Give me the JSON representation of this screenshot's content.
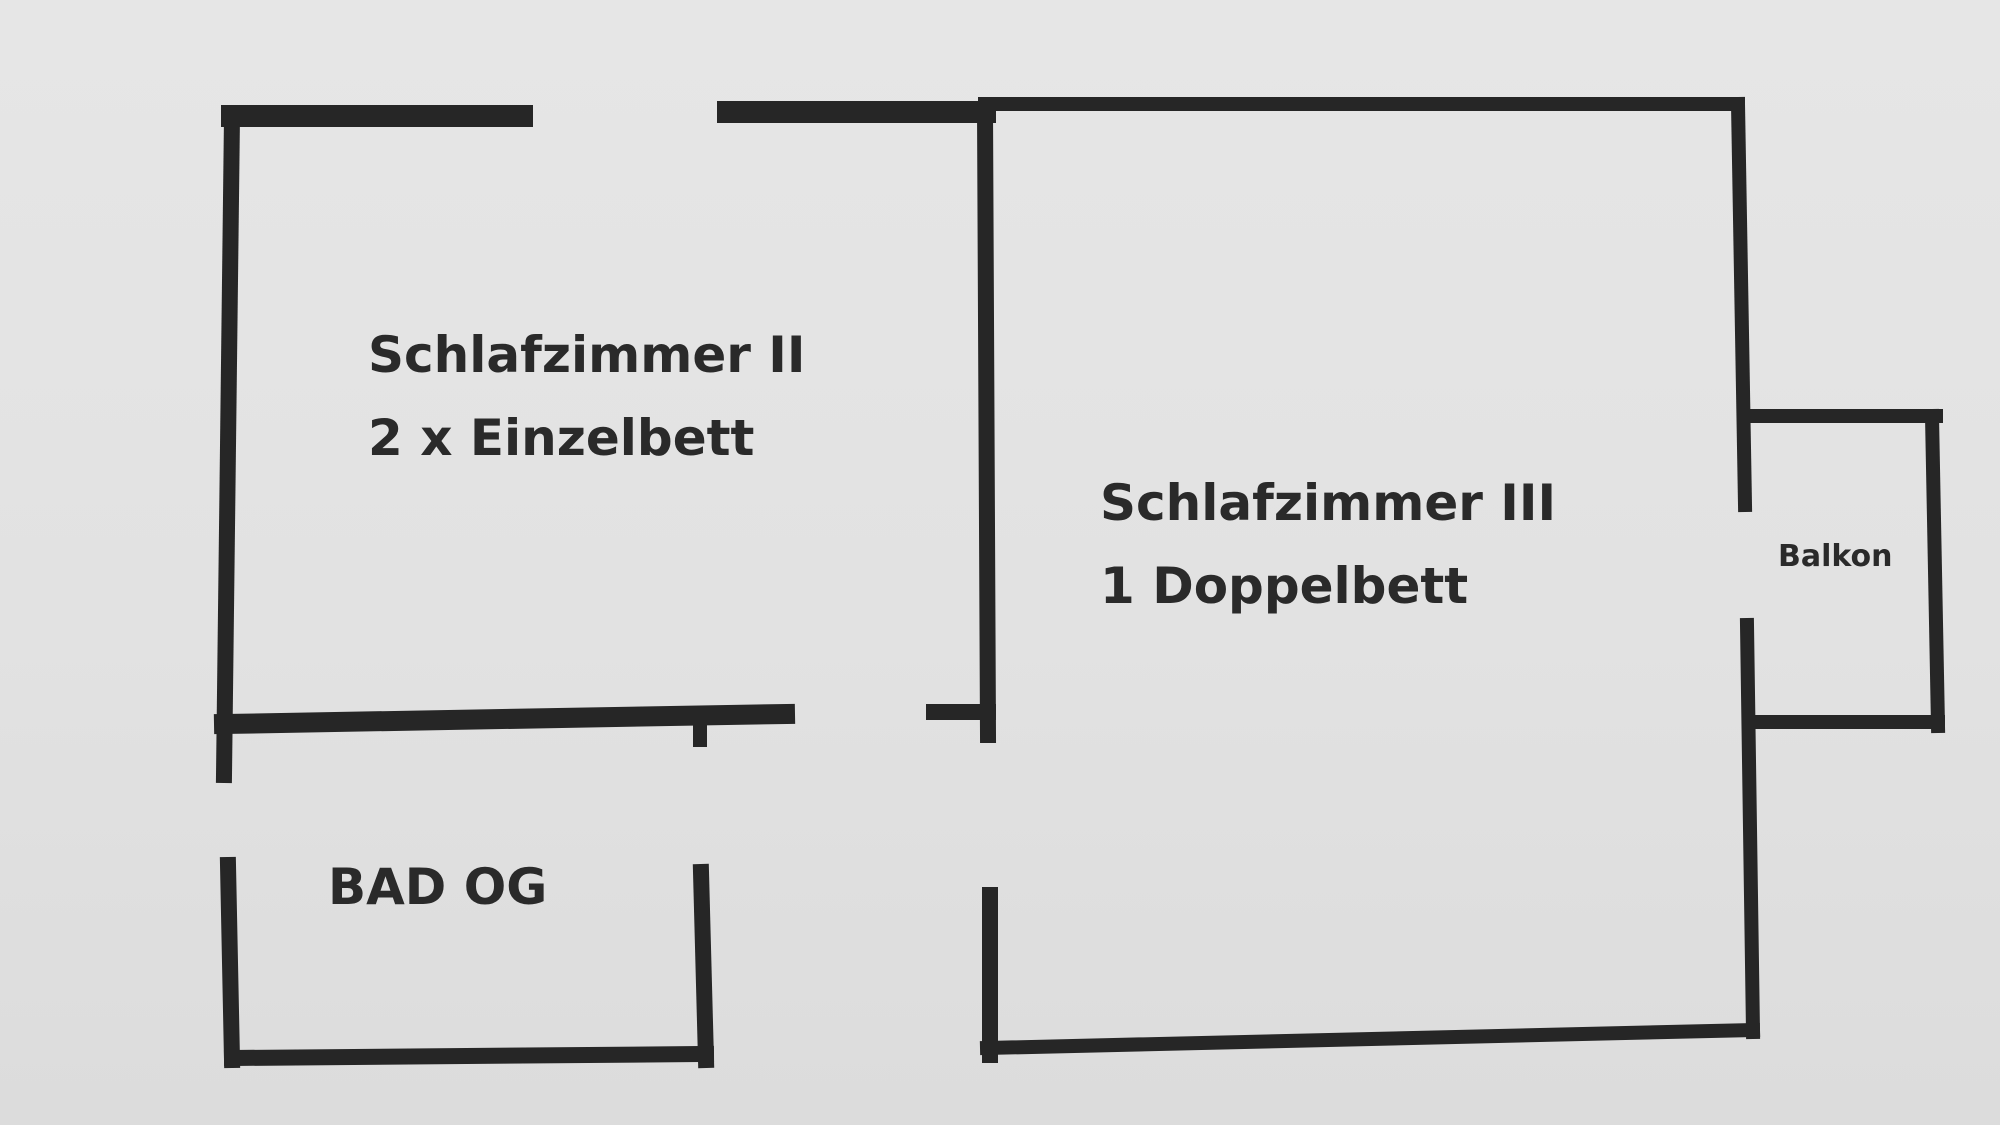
{
  "rooms": {
    "schlafzimmer_2": {
      "name": "Schlafzimmer II",
      "beds": "2 x Einzelbett"
    },
    "schlafzimmer_3": {
      "name": "Schlafzimmer III",
      "beds": "1 Doppelbett"
    },
    "bad": {
      "name": "BAD OG"
    },
    "balkon": {
      "name": "Balkon"
    }
  },
  "colors": {
    "wall": "#262626",
    "paper": "#e3e3e3",
    "text": "#2a2a2a"
  }
}
